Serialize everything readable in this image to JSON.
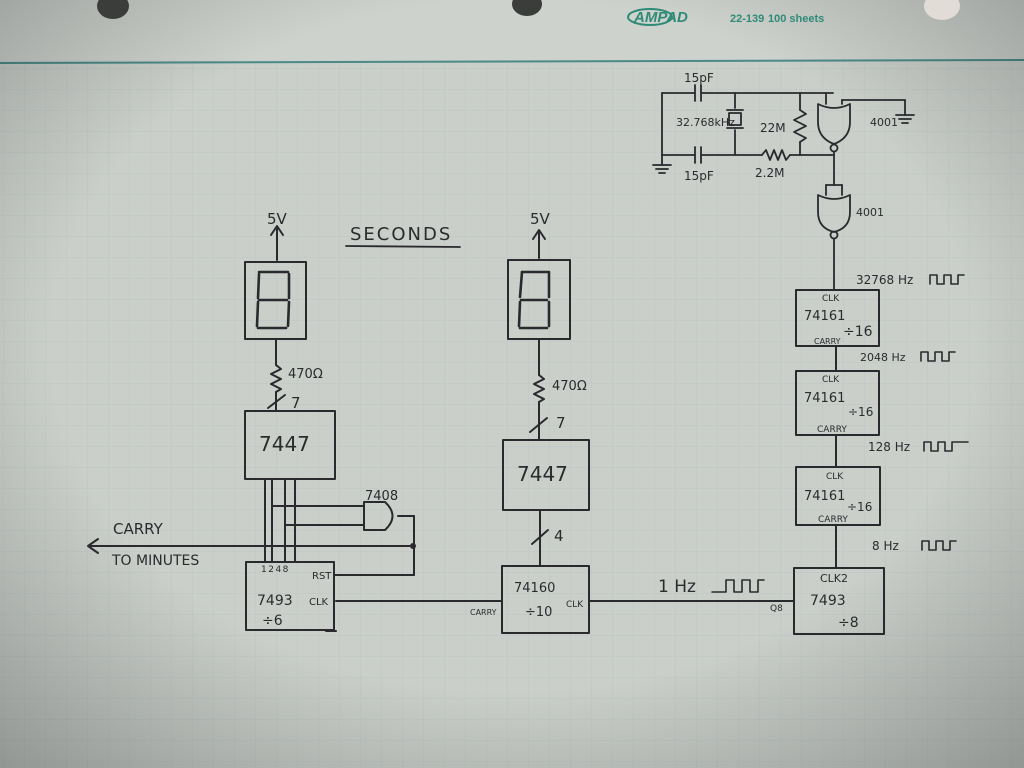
{
  "paper": {
    "brand": "AMPAD",
    "product": "22-139",
    "sheets": "100 sheets",
    "colors": {
      "paper": "#c9cdc8",
      "grid": "#b9c3c2",
      "ink": "#2a2a2e",
      "header_rule": "#4c8a86",
      "brand": "#2f8a78"
    }
  },
  "diagram": {
    "title": "SECONDS",
    "oscillator": {
      "cap_top": "15pF",
      "cap_bottom": "15pF",
      "crystal": "32.768kHz",
      "r_feedback": "22M",
      "r_series": "2.2M",
      "gate1": "4001",
      "gate2": "4001"
    },
    "freqs": [
      "32768 Hz",
      "2048 Hz",
      "128 Hz",
      "8 Hz",
      "1 Hz"
    ],
    "dividers": [
      {
        "clk": "CLK",
        "chip": "74161",
        "div": "÷16",
        "carry": "CARRY"
      },
      {
        "clk": "CLK",
        "chip": "74161",
        "div": "÷16",
        "carry": "CARRY"
      },
      {
        "clk": "CLK",
        "chip": "74161",
        "div": "÷16",
        "carry": "CARRY"
      }
    ],
    "div8": {
      "clk": "CLK2",
      "chip": "7493",
      "div": "÷8",
      "out": "Q8"
    },
    "tens": {
      "supply": "5V",
      "resistor": "470Ω",
      "bus": "7",
      "decoder": "7447",
      "counter": "7493",
      "clk": "CLK",
      "div": "÷6",
      "rst": "RST",
      "pins": "1248",
      "gate": "7408",
      "carry_label": "CARRY",
      "carry_to": "TO MINUTES"
    },
    "ones": {
      "supply": "5V",
      "resistor": "470Ω",
      "bus": "7",
      "decoder": "7447",
      "bus2": "4",
      "counter": "74160",
      "div": "÷10",
      "clk": "CLK",
      "carry": "CARRY"
    }
  }
}
